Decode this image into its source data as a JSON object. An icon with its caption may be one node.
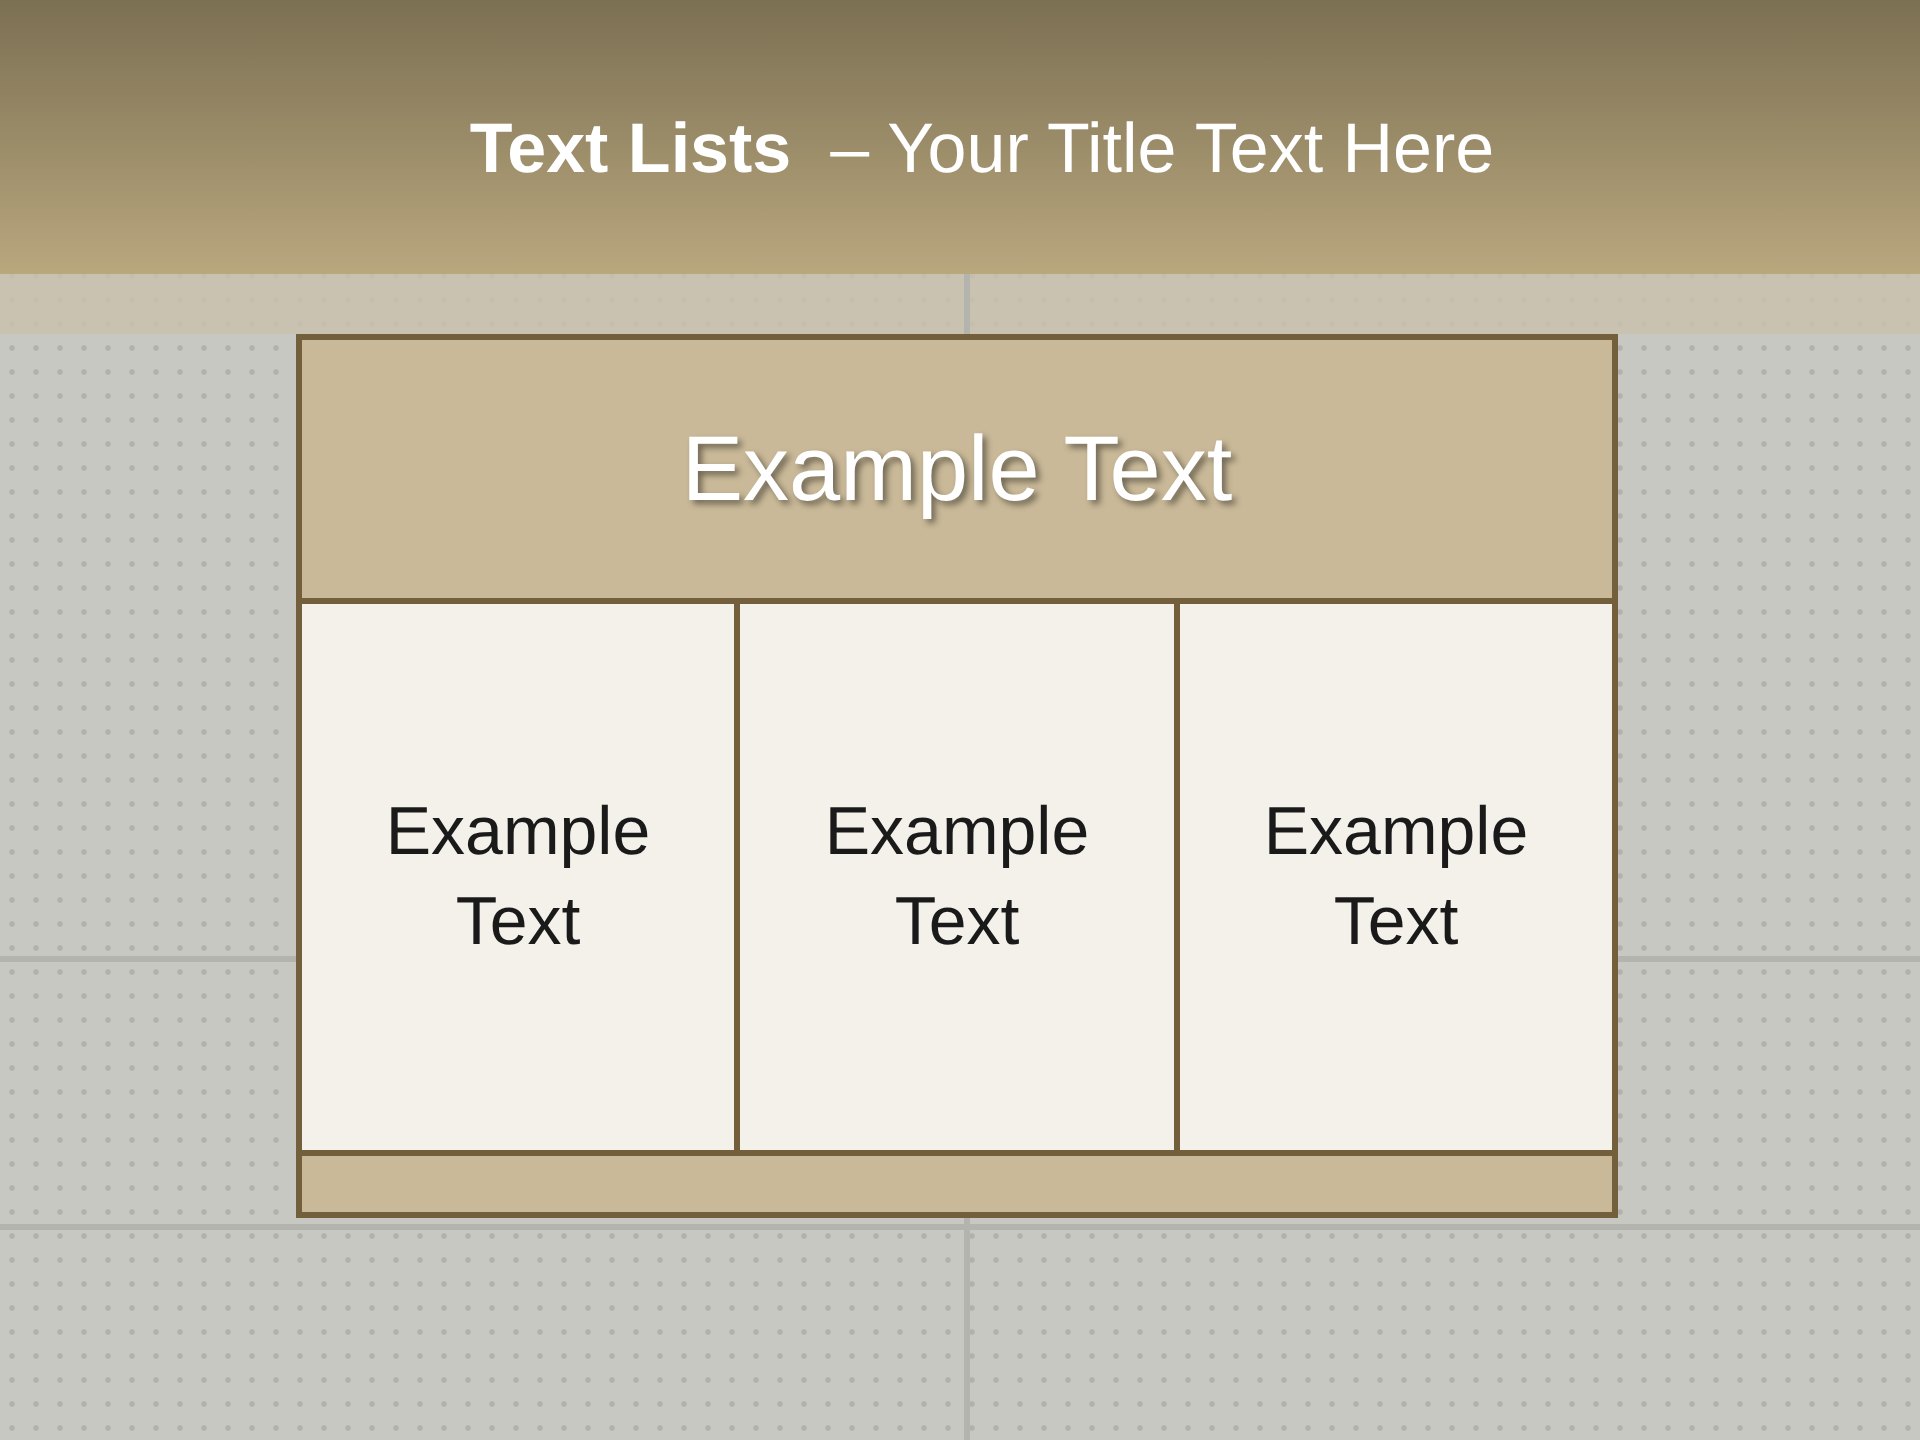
{
  "diagram": {
    "title": "**Text Lists**  – Your Title Text Here",
    "nodes": [
      {
        "text": [],
        "shape": "box"
      },
      {
        "text": [
          "Example Text"
        ],
        "in": 0
      },
      {
        "text": [
          "Example Text"
        ],
        "in": 0
      },
      {
        "text": [
          "Example Text"
        ],
        "in": 0
      },
      {
        "text": [
          "Example Text"
        ],
        "in": 0
      },
      {
        "text": [],
        "shape": "bar",
        "in": 0
      }
    ]
  }
}
